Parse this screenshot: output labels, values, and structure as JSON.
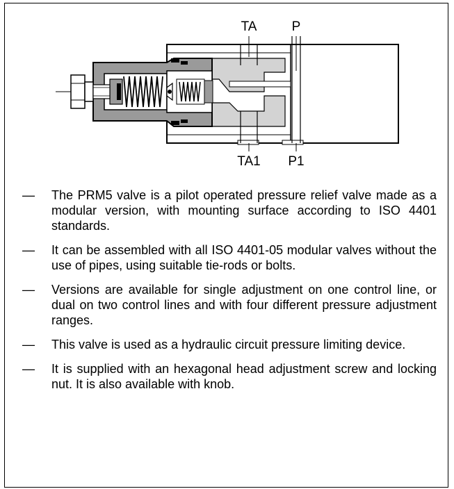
{
  "diagram": {
    "ports": {
      "ta": "TA",
      "p": "P",
      "ta1": "TA1",
      "p1": "P1"
    }
  },
  "bullets": [
    {
      "dash": "—",
      "text": "The PRM5 valve is a pilot operated pressure relief valve made as a modular version, with mounting surface according to ISO 4401 standards."
    },
    {
      "dash": "—",
      "text": "It can be assembled with all ISO 4401-05 modular valves without the use of pipes, using suitable tie-rods or bolts."
    },
    {
      "dash": "—",
      "text": "Versions are available for single adjustment on one control line, or dual on two control lines and with four different pressure adjustment ranges."
    },
    {
      "dash": "—",
      "text": "This valve is used as a hydraulic circuit pressure limiting device."
    },
    {
      "dash": "—",
      "text": "It is supplied with an hexagonal head adjustment screw and locking nut. It is also available with knob."
    }
  ]
}
